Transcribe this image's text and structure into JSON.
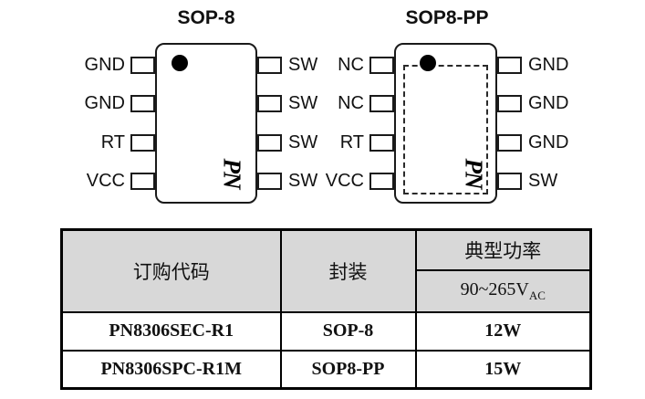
{
  "packages": [
    {
      "title": "SOP-8",
      "left_pins": [
        "GND",
        "GND",
        "RT",
        "VCC"
      ],
      "right_pins": [
        "SW",
        "SW",
        "SW",
        "SW"
      ]
    },
    {
      "title": "SOP8-PP",
      "left_pins": [
        "NC",
        "NC",
        "RT",
        "VCC"
      ],
      "right_pins": [
        "GND",
        "GND",
        "GND",
        "SW"
      ]
    }
  ],
  "logo_text": "PN",
  "table": {
    "col_order_code": "订购代码",
    "col_package": "封装",
    "col_power": "典型功率",
    "power_condition": "90~265V",
    "power_condition_sub": "AC",
    "rows": [
      {
        "code": "PN8306SEC-R1",
        "pkg": "SOP-8",
        "power": "12W"
      },
      {
        "code": "PN8306SPC-R1M",
        "pkg": "SOP8-PP",
        "power": "15W"
      }
    ]
  },
  "colors": {
    "table_header_bg": "#d8d8d8",
    "line_color": "#000000"
  }
}
